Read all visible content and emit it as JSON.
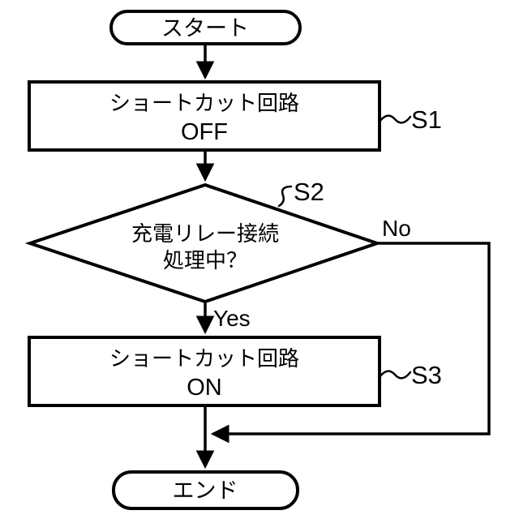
{
  "figure": {
    "type": "flowchart",
    "colors": {
      "stroke": "#000000",
      "background": "#ffffff"
    },
    "nodes": {
      "start": {
        "label": "スタート"
      },
      "s1": {
        "line1": "ショートカット回路",
        "line2": "OFF",
        "step": "S1"
      },
      "decision": {
        "line1": "充電リレー接続",
        "line2": "処理中？",
        "step": "S2"
      },
      "s3": {
        "line1": "ショートカット回路",
        "line2": "ON",
        "step": "S3"
      },
      "end": {
        "label": "エンド"
      }
    },
    "edges": {
      "yes": "Yes",
      "no": "No"
    }
  }
}
